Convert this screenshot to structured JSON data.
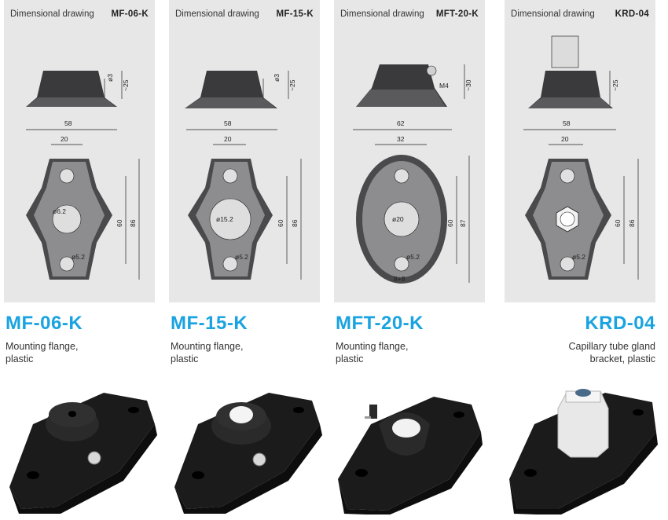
{
  "products": [
    {
      "drawing_label": "Dimensional drawing",
      "code": "MF-06-K",
      "title": "MF-06-K",
      "desc_line1": "Mounting flange,",
      "desc_line2": "plastic",
      "dims": {
        "top_h": "~25",
        "top_d": "ø3",
        "width": "58",
        "inner": "20",
        "h1": "60",
        "h2": "86",
        "d_center": "ø6.2",
        "d_hole": "ø5.2"
      }
    },
    {
      "drawing_label": "Dimensional drawing",
      "code": "MF-15-K",
      "title": "MF-15-K",
      "desc_line1": "Mounting flange,",
      "desc_line2": "plastic",
      "dims": {
        "top_h": "~25",
        "top_d": "ø3",
        "width": "58",
        "inner": "20",
        "h1": "60",
        "h2": "86",
        "d_center": "ø15.2",
        "d_hole": "ø5.2"
      }
    },
    {
      "drawing_label": "Dimensional drawing",
      "code": "MFT-20-K",
      "title": "MFT-20-K",
      "desc_line1": "Mounting flange,",
      "desc_line2": "plastic",
      "dims": {
        "top_h": "~30",
        "screw": "M4",
        "width": "62",
        "inner": "32",
        "h1": "60",
        "h2": "87",
        "d_center": "ø20",
        "d_hole": "ø5.2",
        "mark": "8+8"
      }
    },
    {
      "drawing_label": "Dimensional drawing",
      "code": "KRD-04",
      "title": "KRD-04",
      "desc_line1": "Capillary tube gland",
      "desc_line2": "bracket, plastic",
      "dims": {
        "top_h": "~25",
        "width": "58",
        "inner": "20",
        "h1": "60",
        "h2": "86",
        "d_hole": "ø5.2"
      }
    }
  ]
}
